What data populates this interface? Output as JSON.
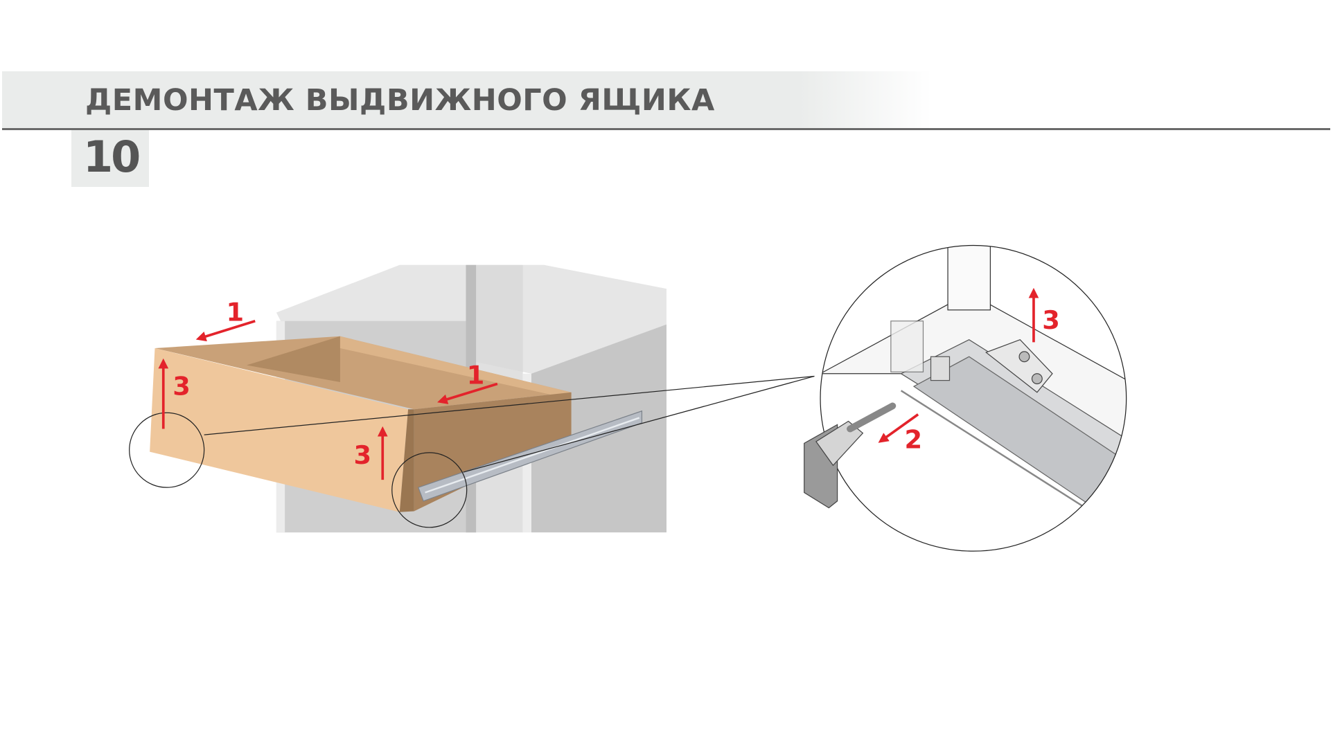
{
  "header": {
    "title": "ДЕМОНТАЖ ВЫДВИЖНОГО ЯЩИКА",
    "step_number": "10"
  },
  "labels": {
    "arrow_pull_left": "1",
    "arrow_pull_inner": "1",
    "arrow_lift_front": "3",
    "arrow_lift_side": "3",
    "arrow_lift_detail": "3",
    "arrow_release_clip": "2"
  },
  "colors": {
    "accent": "#e3232b",
    "text": "#5a5a5a",
    "wood_front": "#efc79c",
    "wood_inner": "#c9a178",
    "wood_side": "#a9835d",
    "cabinet": "#cdcdcd"
  }
}
